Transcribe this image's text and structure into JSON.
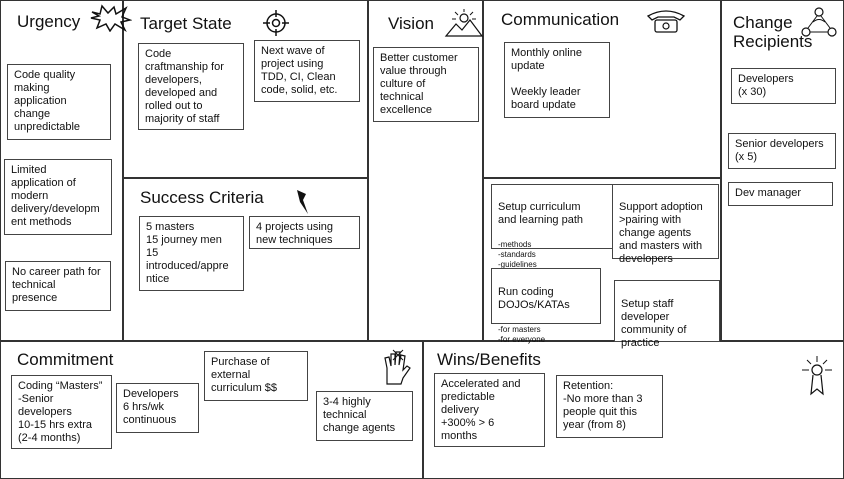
{
  "sections": {
    "urgency": {
      "title": "Urgency",
      "notes": [
        "Code quality\nmaking\napplication\nchange\nunpredictable",
        "Limited\napplication of\nmodern\ndelivery/developm\nent methods",
        "No career path for\ntechnical\npresence"
      ]
    },
    "target_state": {
      "title": "Target State",
      "notes": [
        "Code\ncraftmanship for\ndevelopers,\ndeveloped and\nrolled out to\nmajority of staff",
        "Next wave of\nproject using\nTDD, CI, Clean\ncode, solid, etc."
      ]
    },
    "success_criteria": {
      "title": "Success Criteria",
      "notes": [
        "5 masters\n15 journey men\n15\nintroduced/appre\nntice",
        "4 projects using\nnew techniques"
      ]
    },
    "vision": {
      "title": "Vision",
      "notes": [
        "Better customer\nvalue through\nculture of\ntechnical\nexcellence"
      ]
    },
    "communication": {
      "title": "Communication",
      "notes": [
        "Monthly online\nupdate\n\nWeekly leader\nboard update"
      ],
      "actions": [
        {
          "main": "Setup curriculum\nand learning path",
          "sub": "-methods\n-standards\n-guidelines"
        },
        {
          "main": "Support adoption\n>pairing with\nchange agents\nand masters with\ndevelopers",
          "sub": ""
        },
        {
          "main": "Run coding\nDOJOs/KATAs",
          "sub": "-for masters\n-for everyone"
        },
        {
          "main": "Setup staff\ndeveloper\ncommunity of\npractice",
          "sub": ""
        }
      ]
    },
    "change_recipients": {
      "title": "Change\nRecipients",
      "notes": [
        "Developers\n(x 30)",
        "Senior developers\n(x 5)",
        "Dev manager"
      ]
    },
    "commitment": {
      "title": "Commitment",
      "notes": [
        "Coding “Masters”\n-Senior\ndevelopers\n10-15 hrs extra\n(2-4 months)",
        "Developers\n6 hrs/wk\ncontinuous",
        "Purchase of\nexternal\ncurriculum $$",
        "3-4 highly\ntechnical\nchange agents"
      ]
    },
    "wins_benefits": {
      "title": "Wins/Benefits",
      "notes": [
        "Accelerated and\npredictable\ndelivery\n+300% > 6\nmonths",
        "Retention:\n-No more than 3\npeople quit this\nyear (from 8)"
      ]
    }
  },
  "icons": {
    "urgency": "explosion-icon",
    "target_state": "target-icon",
    "success_criteria": "flag-icon",
    "vision": "sunrise-icon",
    "communication": "telephone-icon",
    "change_recipients": "people-network-icon",
    "commitment": "handshake-icon",
    "wins_benefits": "medal-icon"
  }
}
